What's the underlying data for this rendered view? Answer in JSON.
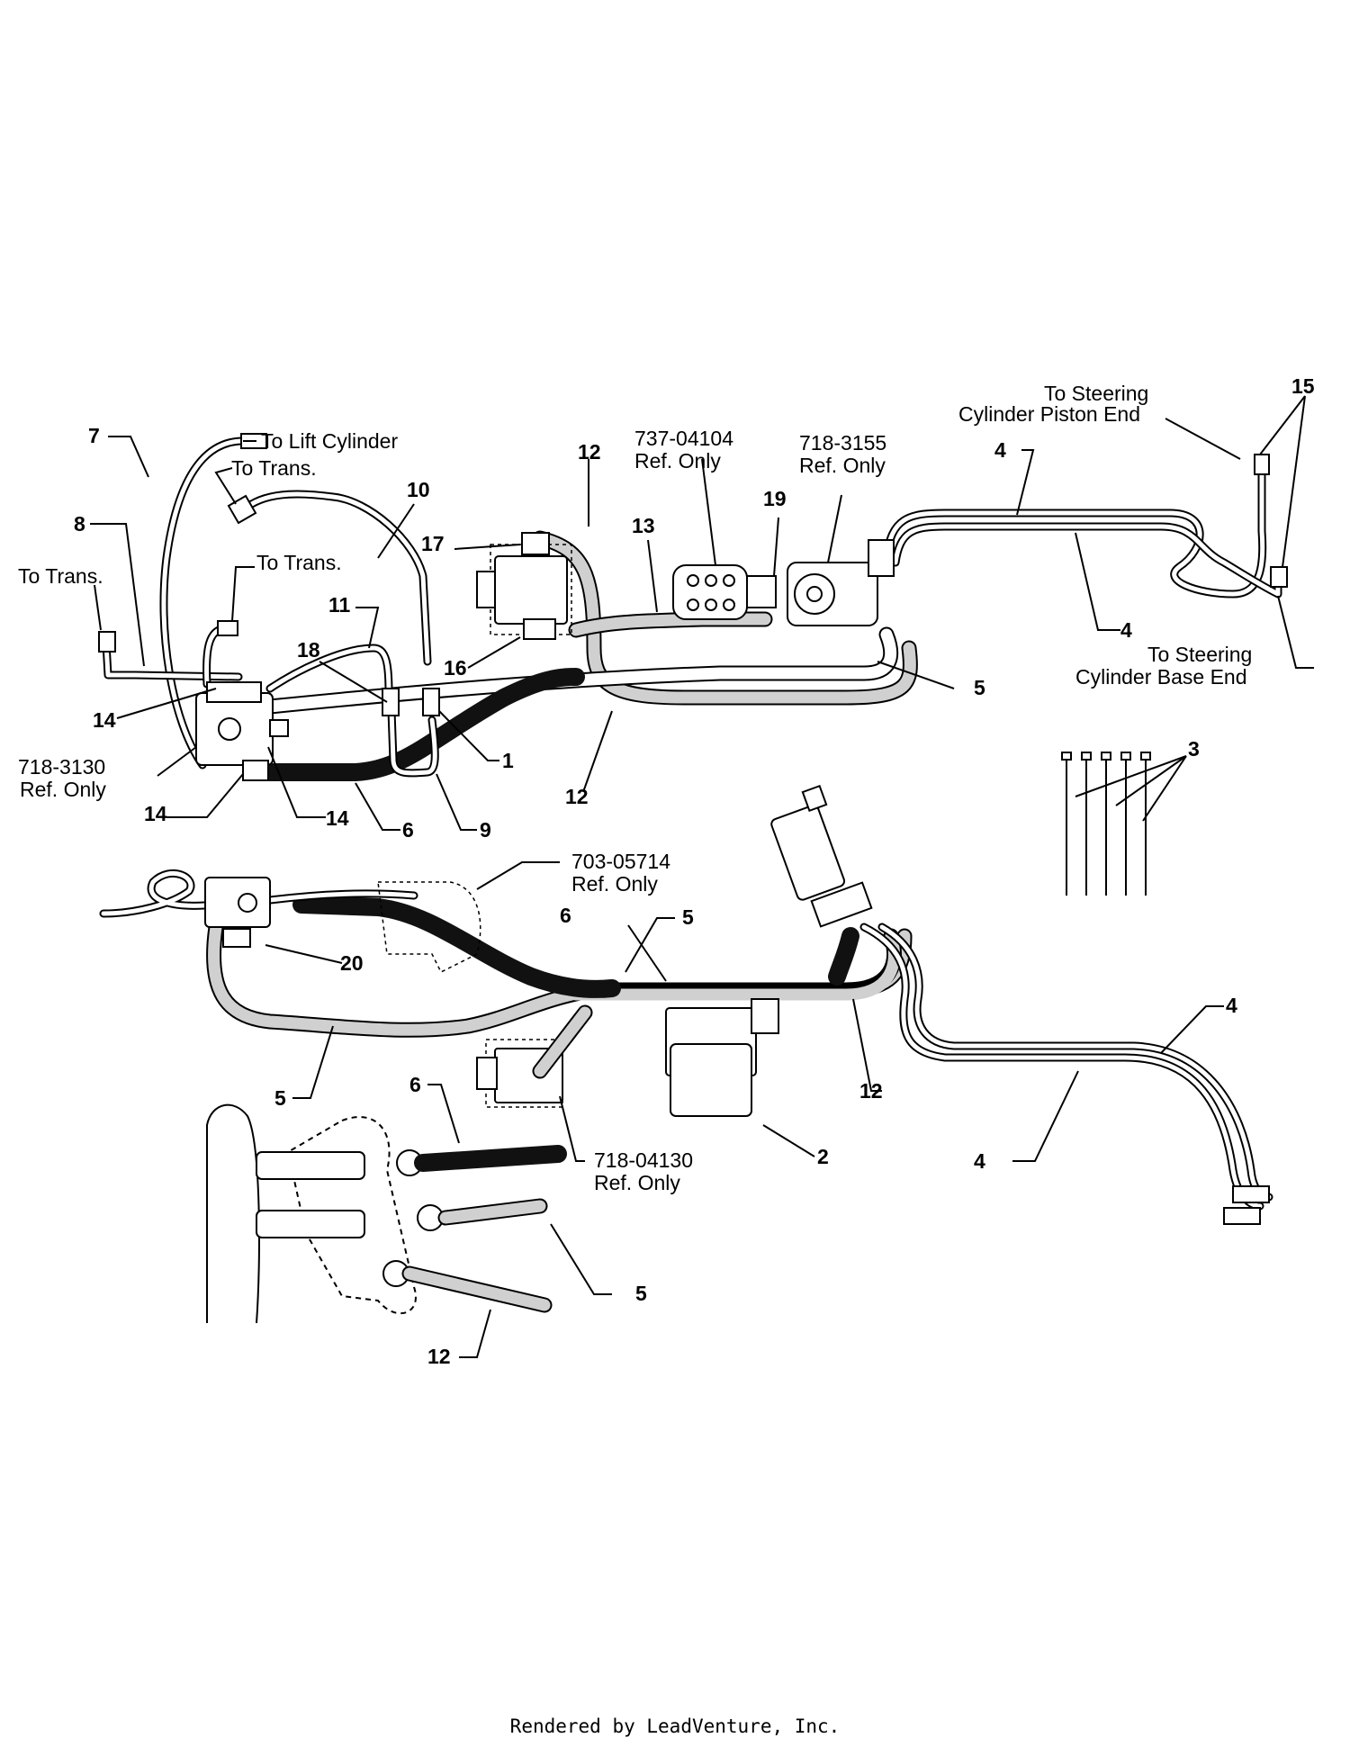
{
  "labels": {
    "to_steering_piston_l1": "To Steering",
    "to_steering_piston_l2": "Cylinder Piston End",
    "to_steering_base_l1": "To Steering",
    "to_steering_base_l2": "Cylinder Base End",
    "to_lift_cylinder": "To Lift Cylinder",
    "to_trans_a": "To Trans.",
    "to_trans_b": "To Trans.",
    "to_trans_c": "To Trans.",
    "ref_737_04104_l1": "737-04104",
    "ref_737_04104_l2": "Ref. Only",
    "ref_718_3155_l1": "718-3155",
    "ref_718_3155_l2": "Ref. Only",
    "ref_718_3130_l1": "718-3130",
    "ref_718_3130_l2": "Ref. Only",
    "ref_703_05714_l1": "703-05714",
    "ref_703_05714_l2": "Ref. Only",
    "ref_718_04130_l1": "718-04130",
    "ref_718_04130_l2": "Ref. Only"
  },
  "callouts": {
    "c1": "1",
    "c2": "2",
    "c3": "3",
    "c4a": "4",
    "c4b": "4",
    "c4c": "4",
    "c4d": "4",
    "c5a": "5",
    "c5b": "5",
    "c5c": "5",
    "c5d": "5",
    "c6a": "6",
    "c6b": "6",
    "c6c": "6",
    "c7": "7",
    "c8": "8",
    "c9": "9",
    "c10": "10",
    "c11": "11",
    "c12a": "12",
    "c12b": "12",
    "c12c": "12",
    "c12d": "12",
    "c13": "13",
    "c14a": "14",
    "c14b": "14",
    "c14c": "14",
    "c15": "15",
    "c16": "16",
    "c17": "17",
    "c18": "18",
    "c19": "19",
    "c20": "20"
  },
  "footer": "Rendered by LeadVenture, Inc."
}
